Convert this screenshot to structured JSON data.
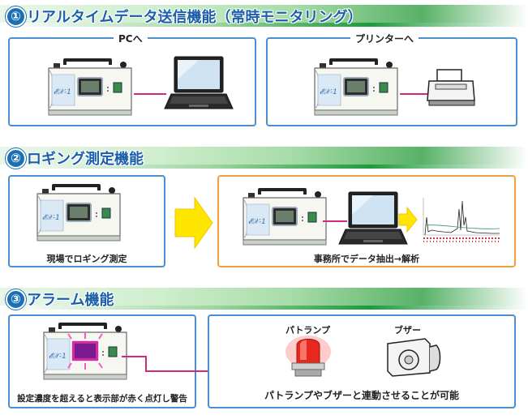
{
  "section1": {
    "number": "①",
    "title": "リアルタイムデータ送信機能（常時モニタリング）",
    "pc_label": "PCへ",
    "printer_label": "プリンターへ"
  },
  "section2": {
    "number": "②",
    "title": "ロギング測定機能",
    "onsite_caption": "現場でロギング測定",
    "office_caption": "事務所でデータ抽出→解析"
  },
  "section3": {
    "number": "③",
    "title": "アラーム機能",
    "alarm_caption": "設定濃度を超えると表示部が赤く点灯し警告",
    "lamp_label": "パトランプ",
    "buzzer_label": "ブザー",
    "link_caption": "パトランプやブザーと連動させることが可能"
  },
  "colors": {
    "header_blue": "#1b5eaa",
    "box_blue": "#4a8fd1",
    "box_orange": "#f2a03a",
    "cable": "#d4297a",
    "arrow_yellow": "#ffe600"
  }
}
